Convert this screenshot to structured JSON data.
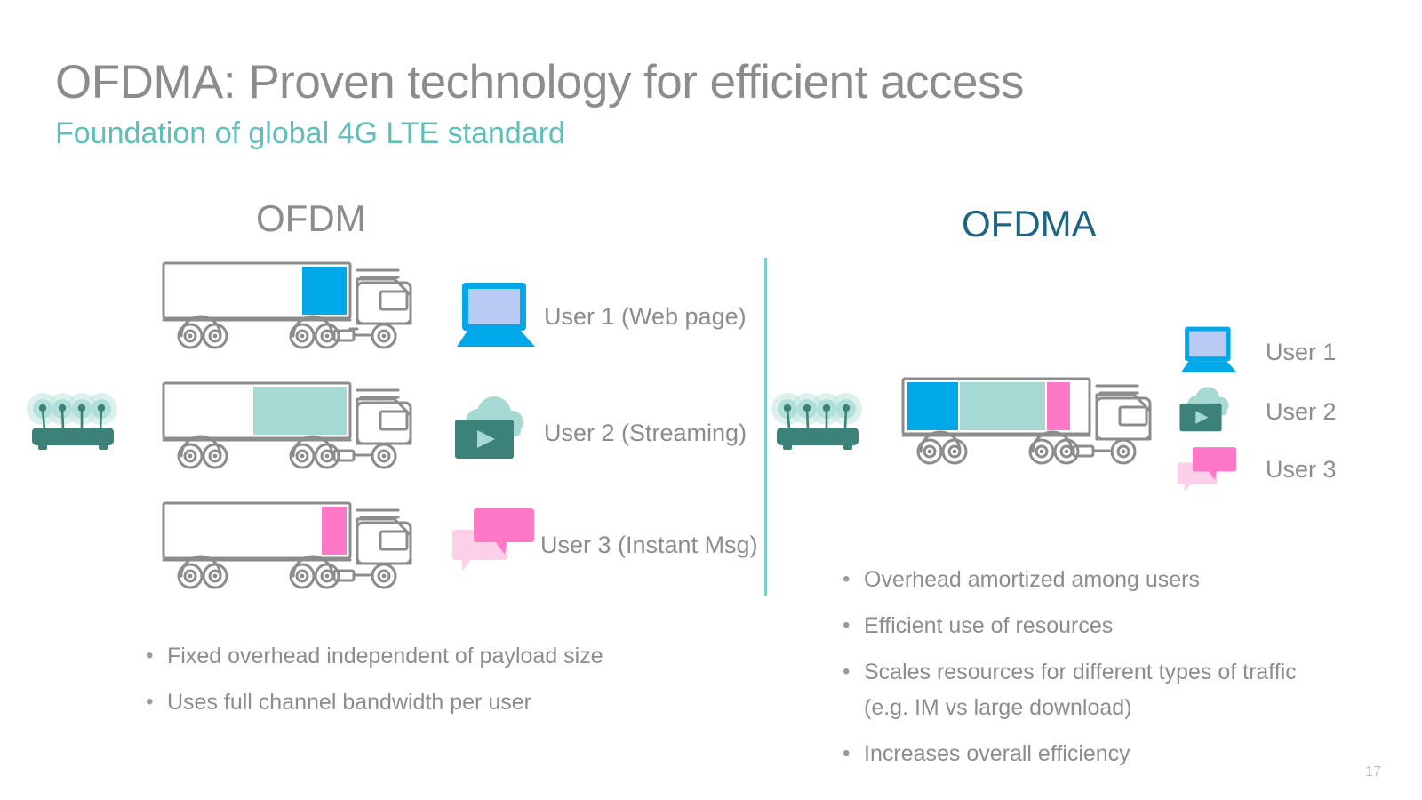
{
  "slide": {
    "title": "OFDMA: Proven technology for efficient access",
    "subtitle": "Foundation of global 4G LTE standard",
    "page_number": "17",
    "colors": {
      "title_gray": "#8c8c8c",
      "subtitle_teal": "#5cc0b8",
      "heading_ofdma": "#1b6583",
      "divider_teal": "#7ecfc8",
      "user1_blue": "#00a8e8",
      "user1_screen": "#b9cbf5",
      "user2_teal_dark": "#3d8278",
      "user2_teal_light": "#a5d9d1",
      "user3_pink": "#ff78c8",
      "user3_pink_light": "#fbd0e8",
      "truck_outline": "#8c8c8c",
      "router_teal": "#3d8278",
      "router_glow": "#bfe5de"
    }
  },
  "left_panel": {
    "heading": "OFDM",
    "router": {
      "name": "wifi-router-icon"
    },
    "rows": [
      {
        "truck": {
          "payload_color": "#00a8e8",
          "payload_fraction": 0.22,
          "align": "right"
        },
        "icon": "laptop-icon",
        "label": "User 1 (Web page)"
      },
      {
        "truck": {
          "payload_color": "#a5d9d1",
          "payload_fraction": 0.5,
          "align": "right"
        },
        "icon": "cloud-video-icon",
        "label": "User 2 (Streaming)"
      },
      {
        "truck": {
          "payload_color": "#ff78c8",
          "payload_fraction": 0.13,
          "align": "right"
        },
        "icon": "chat-bubbles-icon",
        "label": "User 3 (Instant Msg)"
      }
    ],
    "bullets": [
      "Fixed overhead independent of payload size",
      "Uses full channel bandwidth per user"
    ]
  },
  "right_panel": {
    "heading": "OFDMA",
    "router": {
      "name": "wifi-router-icon"
    },
    "truck": {
      "segments": [
        {
          "color": "#00a8e8",
          "fraction": 0.29
        },
        {
          "color": "#a5d9d1",
          "fraction": 0.47
        },
        {
          "color": "#ff78c8",
          "fraction": 0.13
        }
      ]
    },
    "legend": [
      {
        "icon": "laptop-icon",
        "label": "User 1"
      },
      {
        "icon": "cloud-video-icon",
        "label": "User 2"
      },
      {
        "icon": "chat-bubbles-icon",
        "label": "User 3"
      }
    ],
    "bullets": [
      "Overhead amortized among users",
      "Efficient use of resources",
      "Scales resources for different types of traffic (e.g. IM vs large download)",
      "Increases overall efficiency"
    ]
  }
}
